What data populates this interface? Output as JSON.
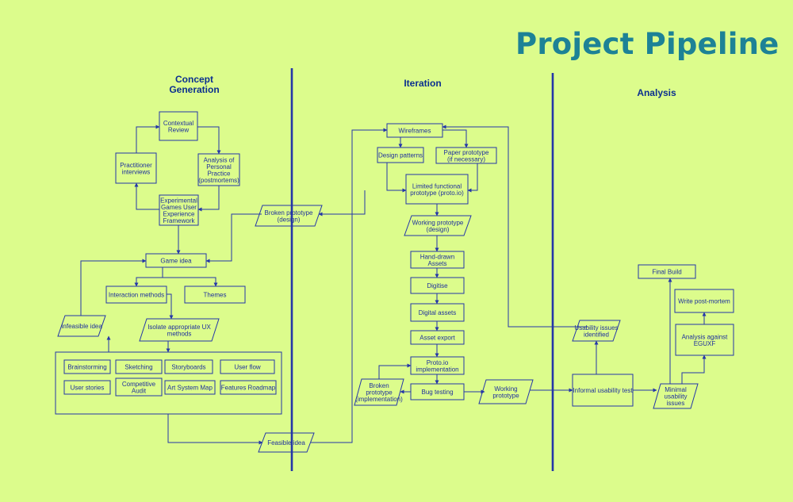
{
  "title": "Project Pipeline",
  "colors": {
    "background": "#dcfc8c",
    "title": "#1d8296",
    "heading": "#0b2f8f",
    "line": "#2436a8"
  },
  "columns": [
    {
      "key": "concept",
      "label_lines": [
        "Concept",
        "Generation"
      ]
    },
    {
      "key": "iteration",
      "label_lines": [
        "Iteration"
      ]
    },
    {
      "key": "analysis",
      "label_lines": [
        "Analysis"
      ]
    }
  ],
  "nodes": {
    "contextual_review": [
      "Contextual",
      "Review"
    ],
    "analysis_personal": [
      "Analysis of",
      "Personal",
      "Practice",
      "(postmortems)"
    ],
    "practitioner": [
      "Practitioner",
      "interviews"
    ],
    "egux": [
      "Experimental",
      "Games User",
      "Experience",
      "Framework"
    ],
    "game_idea": [
      "Game idea"
    ],
    "interaction": [
      "Interaction methods"
    ],
    "themes": [
      "Themes"
    ],
    "infeasible": [
      "Infeasible idea"
    ],
    "isolate_ux": [
      "Isolate appropriate UX",
      "methods"
    ],
    "brainstorming": [
      "Brainstorming"
    ],
    "sketching": [
      "Sketching"
    ],
    "storyboards": [
      "Storyboards"
    ],
    "user_flow": [
      "User flow"
    ],
    "user_stories": [
      "User stories"
    ],
    "competitive": [
      "Competitive",
      "Audit"
    ],
    "art_system": [
      "Art System Map"
    ],
    "features_roadmap": [
      "Features Roadmap"
    ],
    "feasible": [
      "Feasible idea"
    ],
    "broken_design": [
      "Broken prototype",
      "(design)"
    ],
    "wireframes": [
      "Wireframes"
    ],
    "design_patterns": [
      "Design patterns"
    ],
    "paper_proto": [
      "Paper prototype",
      "(if necessary)"
    ],
    "limited_proto": [
      "Limited functional",
      "prototype (proto.io)"
    ],
    "working_design": [
      "Working prototype",
      "(design)"
    ],
    "hand_drawn": [
      "Hand-drawn",
      "Assets"
    ],
    "digitise": [
      "Digitise"
    ],
    "digital_assets": [
      "Digital assets"
    ],
    "asset_export": [
      "Asset export"
    ],
    "protoio_impl": [
      "Proto.io",
      "implementation"
    ],
    "broken_impl": [
      "Broken",
      "prototype",
      "(implementation)"
    ],
    "bug_testing": [
      "Bug testing"
    ],
    "working_proto": [
      "Working",
      "prototype"
    ],
    "informal_test": [
      "Informal usability test"
    ],
    "usability_issues": [
      "Usability issues",
      "identified"
    ],
    "minimal_issues": [
      "Minimal",
      "usability",
      "issues"
    ],
    "analysis_eguxf": [
      "Analysis against",
      "EGUXF"
    ],
    "write_postmortem": [
      "Write post-mortem"
    ],
    "final_build": [
      "Final Build"
    ]
  }
}
